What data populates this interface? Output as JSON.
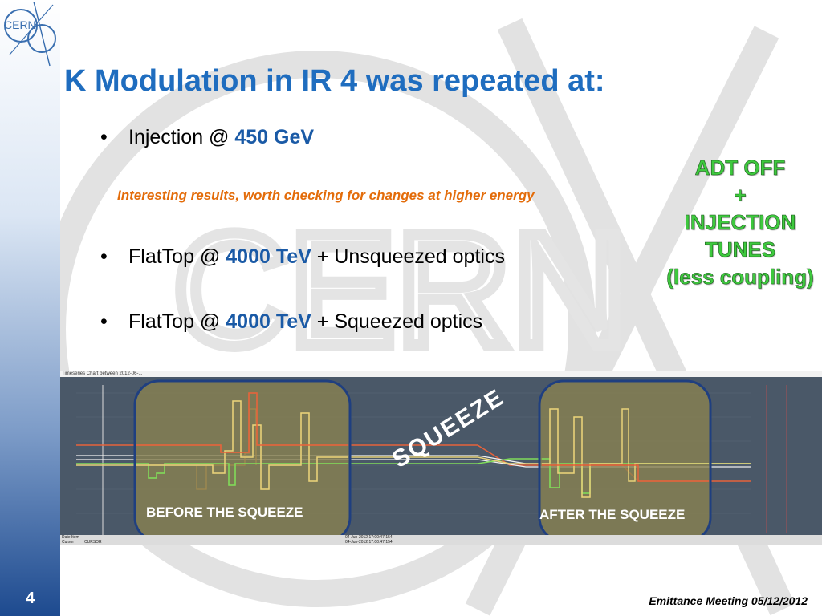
{
  "logo": {
    "text": "CERN"
  },
  "watermark": {
    "text": "CERN"
  },
  "title": "K Modulation in IR 4 was repeated at:",
  "bullets": [
    {
      "prefix": "Injection @ ",
      "highlight": "450  GeV",
      "suffix": ""
    },
    {
      "prefix": "FlatTop   @ ",
      "highlight": "4000 TeV",
      "suffix": " + Unsqueezed optics"
    },
    {
      "prefix": "FlatTop   @ ",
      "highlight": "4000 TeV",
      "suffix": " +      Squeezed optics"
    }
  ],
  "bullet_symbol": "•",
  "note": "Interesting  results, worth checking for changes at higher energy",
  "adt": [
    "ADT OFF",
    "+",
    "INJECTION",
    "TUNES",
    "(less coupling)"
  ],
  "chart": {
    "title": "Timeseries Chart between 2012-06-...",
    "left_box_label": "BEFORE THE SQUEEZE",
    "right_box_label": "AFTER THE SQUEEZE",
    "squeeze_label": "SQUEEZE",
    "status": {
      "date_item_label": "Date Item",
      "cursor_label": "Cursor",
      "cursor_value": "CURSOR",
      "time_left": "04-Jun-2012 17:00:47.154",
      "time_right": "04-Jun-2012 17:00:47.154"
    },
    "colors": {
      "background": "#4a5868",
      "box_fill": "#8a8350",
      "box_border": "#1f3f80",
      "red": "#e8623a",
      "green": "#7fdc5a",
      "yellow": "#e8d27a",
      "white": "#f0f0f0"
    }
  },
  "slide_number": "4",
  "footer": "Emittance Meeting 05/12/2012"
}
